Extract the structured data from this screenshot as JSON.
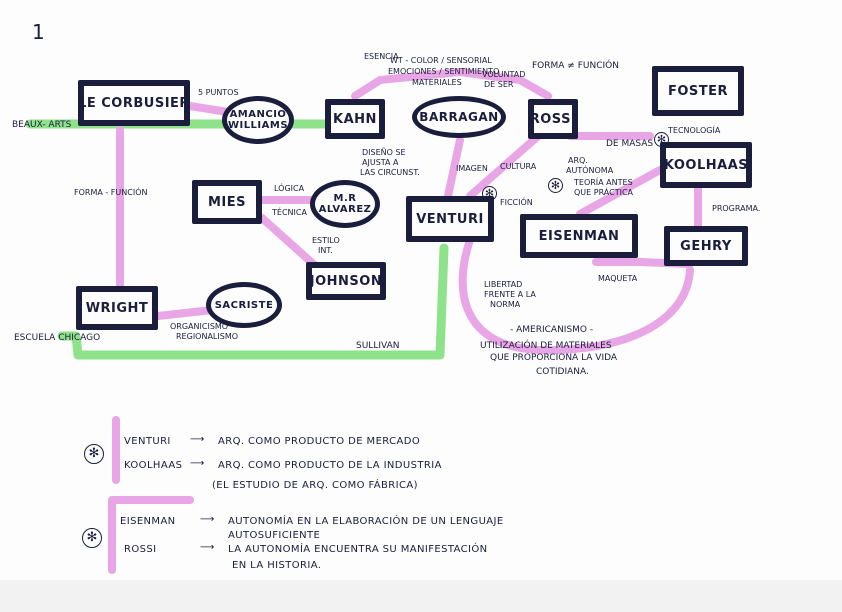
{
  "colors": {
    "ink": "#1a1d3c",
    "pink": "#e9a6e6",
    "green": "#8ee38a",
    "paper": "#fdfdfd"
  },
  "page_number": "1",
  "nodes": {
    "le_corbusier": "LE CORBUSIER",
    "ambasz": "AMANCIO WILLIAMS",
    "kahn": "KAHN",
    "barragan": "BARRAGAN",
    "rossi": "ROSSI",
    "foster": "FOSTER",
    "koolhaas": "KOOLHAAS",
    "mies": "MIES",
    "aalto": "M.R ALVAREZ",
    "venturi": "VENTURI",
    "eisenman": "EISENMAN",
    "gehry": "GEHRY",
    "johnson": "JOHNSON",
    "wright": "WRIGHT",
    "sacriste": "SACRISTE"
  },
  "annotations": {
    "beaux_arts": "BEAUX- ARTS",
    "escuela_chicago": "ESCUELA CHICAGO",
    "forma_funcion_left": "FORMA - FUNCIÓN",
    "cinco_puntos": "5 PUNTOS",
    "esencia": "ESENCIA",
    "wt_color": "WT - COLOR / SENSORIAL",
    "emociones": "EMOCIONES / SENTIMIENTO",
    "materiales": "MATERIALES",
    "voluntad_line1": "VOLUNTAD",
    "voluntad_line2": "DE SER",
    "forma_funcion_top": "FORMA ≠ FUNCIÓN",
    "tecnologia": "TECNOLOGÍA",
    "diseno_line1": "DISEÑO SE",
    "diseno_line2": "AJUSTA A",
    "diseno_line3": "LAS CIRCUNST.",
    "logica": "LÓGICA",
    "tecnica": "TÉCNICA",
    "estilo_line1": "ESTILO",
    "estilo_line2": "INT.",
    "imagen": "IMAGEN",
    "cultura": "CULTURA",
    "ficcion": "FICCIÓN",
    "de_masas": "DE MASAS",
    "arq_autonoma_line1": "ARQ.",
    "arq_autonoma_line2": "AUTÓNOMA",
    "teoria_line1": "TEORÍA ANTES",
    "teoria_line2": "QUE PRÁCTICA",
    "programa": "PROGRAMA.",
    "maqueta": "MAQUETA",
    "libertad_line1": "LIBERTAD",
    "libertad_line2": "FRENTE A LA",
    "libertad_line3": "NORMA",
    "organicismo_line1": "ORGANICISMO",
    "organicismo_line2": "REGIONALISMO",
    "sullivan": "SULLIVAN",
    "americanismo": "- AMERICANISMO -",
    "utilizacion_line1": "UTILIZACIÓN DE MATERIALES",
    "utilizacion_line2": "QUE PROPORCIONA LA VIDA",
    "utilizacion_line3": "COTIDIANA."
  },
  "legend": {
    "venturi_name": "VENTURI",
    "venturi_text": "ARQ. COMO PRODUCTO DE MERCADO",
    "koolhaas_name": "KOOLHAAS",
    "koolhaas_text": "ARQ. COMO PRODUCTO DE LA INDUSTRIA",
    "koolhaas_sub": "(EL ESTUDIO DE ARQ. COMO FÁBRICA)",
    "eisenman_name": "EISENMAN",
    "eisenman_text_line1": "AUTONOMÍA EN LA ELABORACIÓN DE UN LENGUAJE",
    "eisenman_text_line2": "AUTOSUFICIENTE",
    "rossi_name": "ROSSI",
    "rossi_text_line1": "LA AUTONOMÍA ENCUENTRA SU MANIFESTACIÓN",
    "rossi_text_line2": "EN LA HISTORIA.",
    "arrow": "⟶",
    "asterisk": "✻"
  }
}
